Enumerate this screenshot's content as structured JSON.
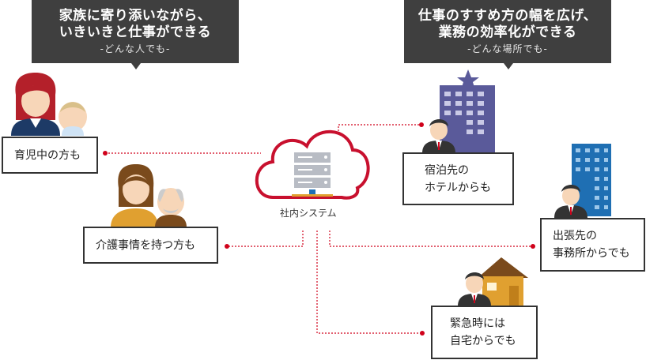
{
  "callouts": {
    "left": {
      "line1": "家族に寄り添いながら、",
      "line2": "いきいきと仕事ができる",
      "sub": "-どんな人でも-"
    },
    "right": {
      "line1": "仕事のすすめ方の幅を広げ、",
      "line2": "業務の効率化ができる",
      "sub": "-どんな場所でも-"
    }
  },
  "center": {
    "label": "社内システム"
  },
  "labels": {
    "childcare": "育児中の方も",
    "nursing": "介護事情を持つ方も",
    "hotel": {
      "line1": "宿泊先の",
      "line2": "ホテルからも"
    },
    "business_trip": {
      "line1": "出張先の",
      "line2": "事務所からでも"
    },
    "home": {
      "line1": "緊急時には",
      "line2": "自宅からでも"
    }
  },
  "colors": {
    "connector": "#d0021b",
    "callout_bg": "#3f3f3f",
    "cloud": "#c8102e",
    "hotel": "#5a5a9a",
    "office": "#1f6fb3",
    "house": "#e0a030"
  }
}
